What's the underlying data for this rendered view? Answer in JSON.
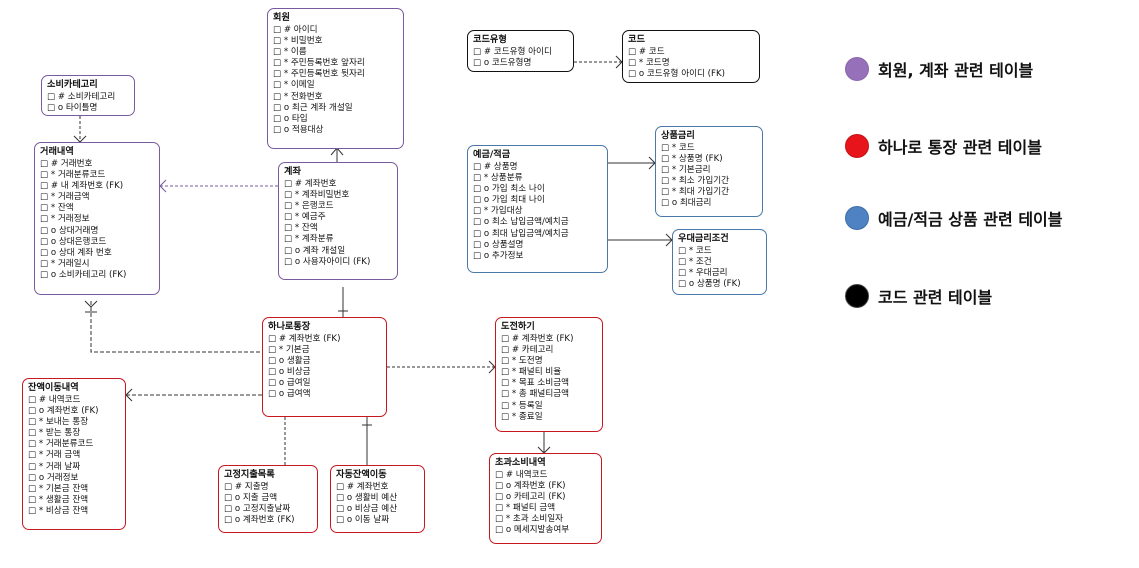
{
  "entities": {
    "member": {
      "title": "회원",
      "rows": [
        "□ # 아이디",
        "□ * 비밀번호",
        "□ * 이름",
        "□ * 주민등록번호 앞자리",
        "□ * 주민등록번호 뒷자리",
        "□ * 이메일",
        "□ * 전화번호",
        "□ o 최근 계좌 개설일",
        "□ o 타입",
        "□ o 적용대상"
      ]
    },
    "consume_cat": {
      "title": "소비카테고리",
      "rows": [
        "□ # 소비카테고리",
        "□ o 타이틀명"
      ]
    },
    "transaction": {
      "title": "거래내역",
      "rows": [
        "□ # 거래번호",
        "□ * 거래분류코드",
        "□ # 내 계좌번호 (FK)",
        "□ * 거래금액",
        "□ * 잔액",
        "□ * 거래정보",
        "□ o 상대거래명",
        "□ o 상대은행코드",
        "□ o 상대 계좌 번호",
        "□ * 거래일시",
        "□ o 소비카테고리 (FK)"
      ]
    },
    "account": {
      "title": "계좌",
      "rows": [
        "□ # 계좌번호",
        "□ * 계좌비밀번호",
        "□ * 은행코드",
        "□ * 예금주",
        "□ * 잔액",
        "□ * 계좌분류",
        "□ o 계좌 개설일",
        "□ o 사용자아이디 (FK)"
      ]
    },
    "code_type": {
      "title": "코드유형",
      "rows": [
        "□ # 코드유형 아이디",
        "□ o 코드유형명"
      ]
    },
    "code": {
      "title": "코드",
      "rows": [
        "□ # 코드",
        "□ * 코드명",
        "□ o 코드유형 아이디 (FK)"
      ]
    },
    "deposit": {
      "title": "예금/적금",
      "rows": [
        "□ # 상품명",
        "□ * 상품분류",
        "□ o 가입 최소 나이",
        "□ o 가입 최대 나이",
        "□ * 가입대상",
        "□ o 최소 납입금액/예치금",
        "□ o 최대 납입금액/예치금",
        "□ o 상품설명",
        "□ o 추가정보"
      ]
    },
    "prod_rate": {
      "title": "상품금리",
      "rows": [
        "□ * 코드",
        "□ * 상품명 (FK)",
        "□ * 기본금리",
        "□ * 최소 가입기간",
        "□ * 최대 가입기간",
        "□ o 최대금리"
      ]
    },
    "pref_rate": {
      "title": "우대금리조건",
      "rows": [
        "□ * 코드",
        "□ * 조건",
        "□ * 우대금리",
        "□ o 상품명 (FK)"
      ]
    },
    "hanaro": {
      "title": "하나로통장",
      "rows": [
        "□ # 계좌번호 (FK)",
        "□ * 기본금",
        "□ o 생활금",
        "□ o 비상금",
        "□ o 급여일",
        "□ o 급여액"
      ]
    },
    "challenge": {
      "title": "도전하기",
      "rows": [
        "□ # 계좌번호 (FK)",
        "□ # 카테고리",
        "□ * 도전명",
        "□ * 패널티 비율",
        "□ * 목표 소비금액",
        "□ * 총 패널티금액",
        "□ * 등록일",
        "□ * 종료일"
      ]
    },
    "balance_move": {
      "title": "잔액이동내역",
      "rows": [
        "□ # 내역코드",
        "□ o 계좌번호 (FK)",
        "□ * 보내는 통장",
        "□ * 받는 통장",
        "□ * 거래분류코드",
        "□ * 거래 금액",
        "□ * 거래 날짜",
        "□ o 거래정보",
        "□ * 기본금 잔액",
        "□ * 생활금 잔액",
        "□ * 비상금 잔액"
      ]
    },
    "fixed_exp": {
      "title": "고정지출목록",
      "rows": [
        "□ # 지출명",
        "□ o 지출 금액",
        "□ o 고정지출날짜",
        "□ o 계좌번호 (FK)"
      ]
    },
    "auto_move": {
      "title": "자동잔액이동",
      "rows": [
        "□ # 계좌번호",
        "□ o 생활비 예산",
        "□ o 비상금 예산",
        "□ o 이동 날짜"
      ]
    },
    "over_spend": {
      "title": "초과소비내역",
      "rows": [
        "□ # 내역코드",
        "□ o 계좌번호 (FK)",
        "□ o 카테고리 (FK)",
        "□ * 패널티 금액",
        "□ * 초과 소비일자",
        "□ o 메세지발송여부"
      ]
    }
  },
  "legend": [
    {
      "label": "회원, 계좌 관련 테이블",
      "color": "#9670b9"
    },
    {
      "label": "하나로 통장 관련 테이블",
      "color": "#e8141b"
    },
    {
      "label": "예금/적금 상품 관련 테이블",
      "color": "#4f82c2"
    },
    {
      "label": "코드 관련 테이블",
      "color": "#000000"
    }
  ],
  "colors": {
    "purple": "#7a5a9e",
    "red": "#c7181f",
    "blue": "#4a78a8",
    "black": "#111111"
  }
}
